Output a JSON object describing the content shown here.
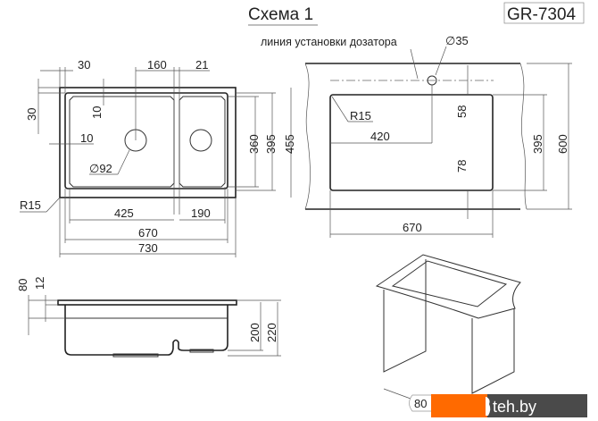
{
  "title": "Схема 1",
  "model": "GR-7304",
  "top_view": {
    "dims": {
      "left_offset": "30",
      "drain_pos": "160",
      "partition": "21",
      "top_offset": "30",
      "rim_top": "10",
      "rim_left": "10",
      "drain_diameter": "∅92",
      "radius": "R15",
      "bowl_left": "425",
      "bowl_right": "190",
      "inner_width": "670",
      "outer_width": "730",
      "bowl_depth": "360",
      "inner_depth": "395",
      "outer_depth": "455"
    }
  },
  "cutout_view": {
    "dispenser_line_label": "линия установки дозатора",
    "hole_diameter": "∅35",
    "radius": "R15",
    "hole_offset": "420",
    "front_gap": "58",
    "back_gap": "78",
    "cutout_depth": "395",
    "countertop_depth": "600",
    "cutout_width": "670"
  },
  "side_view": {
    "dims": {
      "total": "80",
      "rim": "12",
      "bowl_depth": "200",
      "overall_depth": "220"
    }
  },
  "iso_view": {
    "dim": "80"
  },
  "watermark": {
    "text": "teh.by",
    "colors": {
      "orange": "#ff6a00",
      "dark": "#4a4a4a"
    }
  }
}
